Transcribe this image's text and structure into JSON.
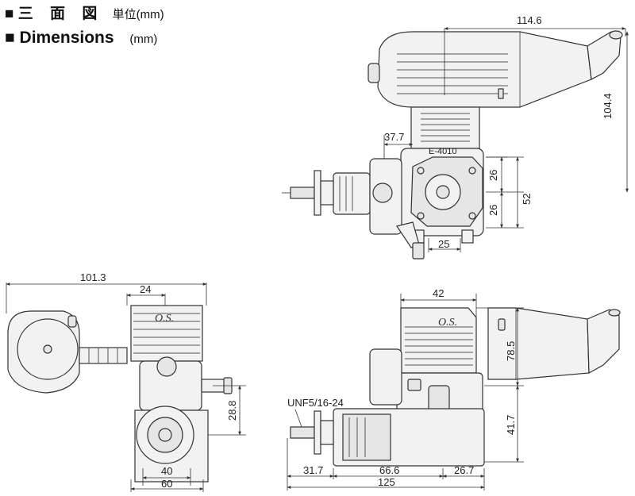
{
  "header": {
    "jp_title": "三 面 図",
    "jp_unit": "単位(mm)",
    "en_title": "Dimensions",
    "en_unit": "(mm)"
  },
  "top_view": {
    "dim_width": "114.6",
    "dim_height": "104.4",
    "dim_offset": "37.7",
    "model_label": "E-4010",
    "dim_upper": "26",
    "dim_lower": "26",
    "dim_total": "52",
    "dim_mount": "25"
  },
  "side_view": {
    "dim_length": "101.3",
    "dim_head": "24",
    "dim_height": "28.8",
    "dim_mount_inner": "40",
    "dim_mount_outer": "60"
  },
  "front_view": {
    "dim_head_width": "42",
    "dim_upper_height": "78.5",
    "dim_lower_height": "41.7",
    "thread_label": "UNF5/16-24",
    "dim_prop": "31.7",
    "dim_body": "66.6",
    "dim_rear": "26.7",
    "dim_total": "125"
  }
}
